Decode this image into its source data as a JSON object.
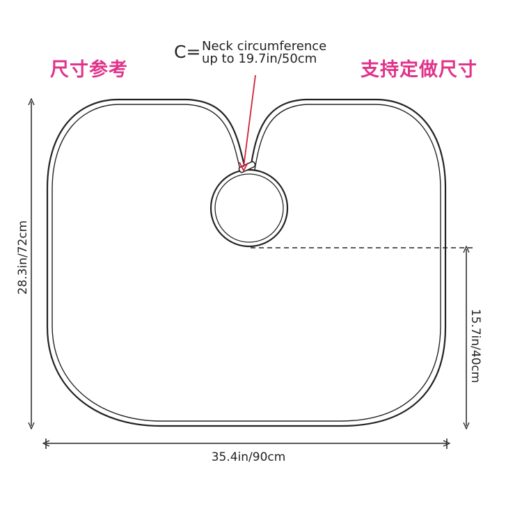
{
  "labels": {
    "size_reference": "尺寸参考",
    "custom_size": "支持定做尺寸"
  },
  "neck": {
    "symbol": "C=",
    "line1": "Neck circumference",
    "line2": "up to 19.7in/50cm"
  },
  "dimensions": {
    "height": "28.3in/72cm",
    "width": "35.4in/90cm",
    "lower_height": "15.7in/40cm"
  },
  "colors": {
    "accent_pink": "#e0338a",
    "arrow_red": "#d0203a",
    "outline": "#222222"
  }
}
